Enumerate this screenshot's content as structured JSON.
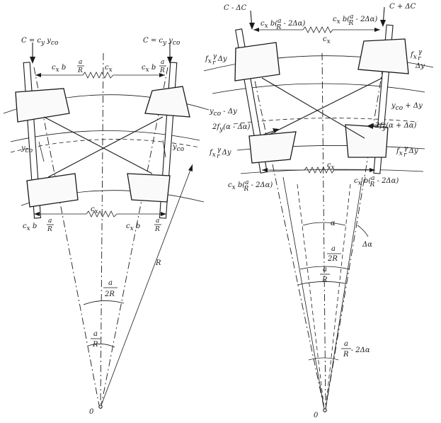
{
  "left": {
    "force_left": "C = c",
    "force_left_sub": "y",
    "force_left_tail": " y",
    "force_left_sub2": "co",
    "force_right": "C = c",
    "force_right_sub": "y",
    "force_right_tail": " y",
    "force_right_sub2": "co",
    "spring_top_left": "c",
    "spring_top_left_sub": "x",
    "spring_top_left_tail": " b",
    "spring_top_mid": "c",
    "spring_top_mid_sub": "x",
    "spring_top_right": "c",
    "spring_top_right_sub": "x",
    "spring_top_right_tail": " b",
    "frac_a": "a",
    "frac_R": "R",
    "yco_left": "y",
    "yco_left_sub": "co",
    "yco_right": "y",
    "yco_right_sub": "co",
    "spring_bot_mid": "c",
    "spring_bot_mid_sub": "x",
    "spring_bot_left": "c",
    "spring_bot_left_sub": "x",
    "spring_bot_left_tail": " b",
    "spring_bot_right": "c",
    "spring_bot_right_sub": "x",
    "spring_bot_right_tail": " b",
    "angle_a": "a",
    "angle_2R": "2R",
    "radius": "R",
    "angle_a2": "a",
    "angle_R2": "R",
    "origin": "0"
  },
  "right": {
    "force_left": "C - ΔC",
    "force_right": "C + ΔC",
    "spring_top_left": "c",
    "spring_top_left_sub": "x",
    "spring_top_left_tail": " b(",
    "spring_top_left_close": " - 2Δα)",
    "spring_top_right": "c",
    "spring_top_right_sub": "x",
    "spring_top_right_tail": " b(",
    "spring_top_right_close": " - 2Δα)",
    "spring_top_mid": "c",
    "spring_top_mid_sub": "x",
    "fx_left": "f",
    "fx_left_sub": "x",
    "fx_left_tail": " Δy",
    "fx_right": "f",
    "fx_right_sub": "x",
    "fx_right_tail": " Δy",
    "frac_gamma": "γ",
    "frac_r": "r",
    "yco_minus": "y",
    "yco_minus_sub": "co",
    "yco_minus_tail": " - Δy",
    "yco_plus": "y",
    "yco_plus_sub": "co",
    "yco_plus_tail": " + Δy",
    "fy_left": "2f",
    "fy_left_sub": "y",
    "fy_left_tail": "(α - Δα)",
    "fy_right": "2f",
    "fy_right_sub": "y",
    "fy_right_tail": "(α + Δα)",
    "fx_left2": "f",
    "fx_left2_sub": "x",
    "fx_left2_tail": " Δy",
    "fx_right2": "f",
    "fx_right2_sub": "x",
    "fx_right2_tail": " Δy",
    "spring_bot_mid": "c",
    "spring_bot_mid_sub": "x",
    "spring_bot_left": "c",
    "spring_bot_left_sub": "x",
    "spring_bot_left_tail": " b(",
    "spring_bot_left_close": " - 2Δα)",
    "spring_bot_right": "c",
    "spring_bot_right_sub": "x",
    "spring_bot_right_tail": " b(",
    "spring_bot_right_close": " - 2Δα)",
    "frac_a": "a",
    "frac_R": "R",
    "alpha": "α",
    "delta_alpha": "Δα",
    "angle_a": "a",
    "angle_2R": "2R",
    "angle_a2": "a",
    "angle_R2": "R",
    "angle_a3": "a",
    "angle_R3": "R",
    "angle_tail": " - 2Δα",
    "origin": "0"
  }
}
